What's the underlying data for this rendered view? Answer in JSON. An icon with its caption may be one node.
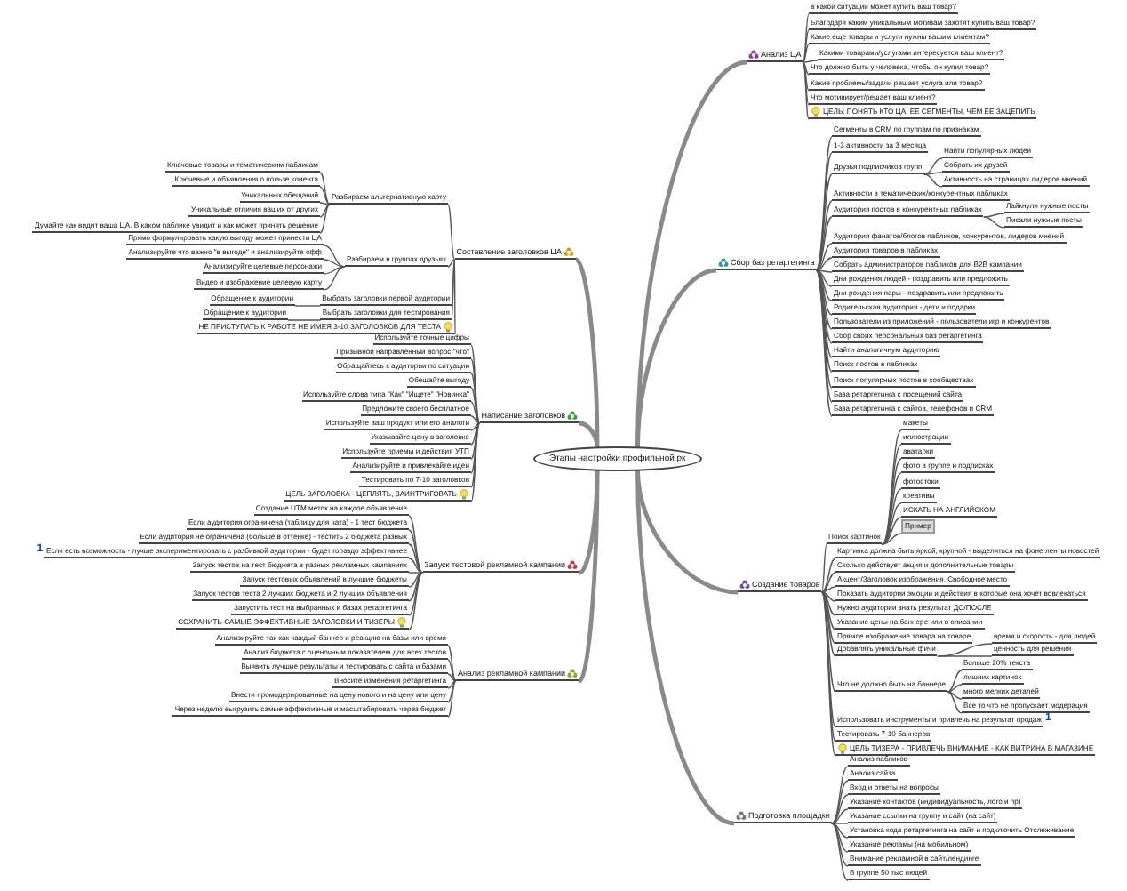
{
  "diagram": {
    "nodes": [
      {
        "text": [
          "Этапы настройки профильной рк"
        ]
      },
      {
        "text": [
          "Анализ ЦА"
        ]
      },
      {
        "text": [
          "в какой ситуации может купить ваш товар?"
        ]
      },
      {
        "text": [
          "Благодаря каким уникальным мотивам захотят купить ваш товар?"
        ]
      },
      {
        "text": [
          "Какие еще товары и услуги нужны вашим клиентам?"
        ]
      },
      {
        "text": [
          "Какими товарами/услугами интересуется ваш клиент?"
        ]
      },
      {
        "text": [
          "Что должно быть у человека, чтобы он купил товар?"
        ]
      },
      {
        "text": [
          "Какие проблемы/задачи решает услуга или товар?"
        ]
      },
      {
        "text": [
          "Что мотивирует/решает ваш клиент?"
        ]
      },
      {
        "text": [
          "ЦЕЛЬ: ПОНЯТЬ КТО ЦА, ЕЕ СЕГМЕНТЫ, ЧЕМ ЕЕ ЗАЦЕПИТЬ"
        ]
      },
      {
        "text": [
          "Сбор баз ретаргетинга"
        ]
      },
      {
        "text": [
          "Сегменты в CRM по группам по признакам"
        ]
      },
      {
        "text": [
          "1-3 активности за 3 месяца"
        ]
      },
      {
        "text": [
          "Друзья подписчиков групп"
        ]
      },
      {
        "text": [
          "Найти популярных людей"
        ]
      },
      {
        "text": [
          "Собрать их друзей"
        ]
      },
      {
        "text": [
          "Активность на страницах лидеров мнений"
        ]
      },
      {
        "text": [
          "Активности в тематических/конкурентных пабликах"
        ]
      },
      {
        "text": [
          "Аудитория постов в конкурентных пабликах"
        ]
      },
      {
        "text": [
          "Лайкнули нужные посты"
        ]
      },
      {
        "text": [
          "Писали нужные посты"
        ]
      },
      {
        "text": [
          "Аудитория фанатов/блогов пабликов, конкурентов, лидеров мнений"
        ]
      },
      {
        "text": [
          "Аудитория товаров в пабликах"
        ]
      },
      {
        "text": [
          "Собрать администраторов пабликов для B2B кампании"
        ]
      },
      {
        "text": [
          "Дни рождения людей - поздравить или предложить"
        ]
      },
      {
        "text": [
          "Дни рождения пары - поздравить или предложить"
        ]
      },
      {
        "text": [
          "Родительская аудитория - дети и подарки"
        ]
      },
      {
        "text": [
          "Пользователи из приложений - пользователи игр и конкурентов"
        ]
      },
      {
        "text": [
          "Сбор своих персональных баз ретаргетинга"
        ]
      },
      {
        "text": [
          "Найти аналогичную аудиторию"
        ]
      },
      {
        "text": [
          "Поиск постов в пабликах"
        ]
      },
      {
        "text": [
          "Поиск популярных постов в сообществах"
        ]
      },
      {
        "text": [
          "База ретаргетинга с посещений сайта"
        ]
      },
      {
        "text": [
          "База ретаргетинга с сайтов, телефонов и CRM"
        ]
      },
      {
        "text": [
          "Создание товаров"
        ]
      },
      {
        "text": [
          "Поиск картинок"
        ]
      },
      {
        "text": [
          "макеты"
        ]
      },
      {
        "text": [
          "иллюстрации"
        ]
      },
      {
        "text": [
          "аватарки"
        ]
      },
      {
        "text": [
          "фото в группе и подписках"
        ]
      },
      {
        "text": [
          "фотостоки"
        ]
      },
      {
        "text": [
          "креативы"
        ]
      },
      {
        "text": [
          "ИСКАТЬ НА АНГЛИЙСКОМ"
        ]
      },
      {
        "text": [
          "Пример"
        ]
      },
      {
        "text": [
          "Картинка должна быть яркой, крупной - выделяться на фоне ленты новостей"
        ]
      },
      {
        "text": [
          "Сколько действует акция и дополнительные товары"
        ]
      },
      {
        "text": [
          "Акцент/Заголовок изображения. Свободное место"
        ]
      },
      {
        "text": [
          "Показать аудитории эмоции и действия в которые она хочет вовлекаться"
        ]
      },
      {
        "text": [
          "Нужно аудитории знать результат ДО/ПОСЛЕ"
        ]
      },
      {
        "text": [
          "Указание цены на баннере или в описании"
        ]
      },
      {
        "text": [
          "Прямое изображение товара на товаре"
        ]
      },
      {
        "text": [
          "Добавлять уникальные фичи"
        ]
      },
      {
        "text": [
          "время и скорость - для людей"
        ]
      },
      {
        "text": [
          "ценность для решения"
        ]
      },
      {
        "text": [
          "Что не должно быть на баннере"
        ]
      },
      {
        "text": [
          "Больше 20% текста"
        ]
      },
      {
        "text": [
          "лишних картинок"
        ]
      },
      {
        "text": [
          "много мелких деталей"
        ]
      },
      {
        "text": [
          "Все то что не пропускает модерация"
        ]
      },
      {
        "text": [
          "Использовать инструменты и привлечь на результат продаж"
        ],
        "beside": [
          "1"
        ]
      },
      {
        "text": [
          "Тестировать 7-10 баннеров"
        ]
      },
      {
        "text": [
          "ЦЕЛЬ ТИЗЕРА - ПРИВЛЕЧЬ ВНИМАНИЕ - КАК ВИТРИНА В МАГАЗИНЕ"
        ]
      },
      {
        "text": [
          "Подготовка площадки"
        ]
      },
      {
        "text": [
          "Анализ пабликов"
        ]
      },
      {
        "text": [
          "Анализ сайта"
        ]
      },
      {
        "text": [
          "Вход и ответы на вопросы"
        ]
      },
      {
        "text": [
          "Указание контактов (индивидуальность, лого и пр)"
        ]
      },
      {
        "text": [
          "Указание ссылки на группу и сайт (на сайт)"
        ]
      },
      {
        "text": [
          "Установка кода ретаргетинга на сайт и подключить Отслеживание"
        ]
      },
      {
        "text": [
          "Указание рекламы (на мобильном)"
        ]
      },
      {
        "text": [
          "Внимание рекламной в сайт/лендинге"
        ]
      },
      {
        "text": [
          "В группе 50 тыс людей"
        ]
      },
      {
        "text": [
          "Составление заголовков ЦА"
        ]
      },
      {
        "text": [
          "Разбираем альтернативную карту"
        ]
      },
      {
        "text": [
          "Ключевые товары и тематическим пабликам"
        ]
      },
      {
        "text": [
          "Ключевые и объявления о пользе клиента"
        ]
      },
      {
        "text": [
          "Уникальных обещаний"
        ]
      },
      {
        "text": [
          "Уникальные отличия ваших от других"
        ]
      },
      {
        "text": [
          "Думайте как видит ваша ЦА. В каком паблике увидит и как может принять решение"
        ]
      },
      {
        "text": [
          "Разбираем в группах друзьях"
        ]
      },
      {
        "text": [
          "Прямо формулировать какую выгоду может принести ЦА"
        ]
      },
      {
        "text": [
          "Анализируйте что важно \"в выгоде\" и анализируйте офф"
        ]
      },
      {
        "text": [
          "Анализируйте целевые персонажи"
        ]
      },
      {
        "text": [
          "Видео и изображение целевую карту"
        ]
      },
      {
        "text": [
          "Выбрать заголовки первой аудитории"
        ]
      },
      {
        "text": [
          "Обращение к аудитории"
        ]
      },
      {
        "text": [
          "Выбрать заголовки для тестирования"
        ]
      },
      {
        "text": [
          "Обращение к аудитории"
        ]
      },
      {
        "text": [
          "НЕ ПРИСТУПАТЬ К РАБОТЕ НЕ ИМЕЯ 3-10 ЗАГОЛОВКОВ ДЛЯ ТЕСТА"
        ]
      },
      {
        "text": [
          "Написание заголовков"
        ]
      },
      {
        "text": [
          "Используйте точные цифры"
        ]
      },
      {
        "text": [
          "Призывной направленный вопрос \"что\""
        ]
      },
      {
        "text": [
          "Обращайтесь к аудитории по ситуации"
        ]
      },
      {
        "text": [
          "Обещайте выгоду"
        ]
      },
      {
        "text": [
          "Используйте слова типа \"Как\" \"Ищете\" \"Новинка\""
        ]
      },
      {
        "text": [
          "Предложите своего бесплатное"
        ]
      },
      {
        "text": [
          "Используйте ваш продукт или его аналоги"
        ]
      },
      {
        "text": [
          "Указывайте цену в заголовке"
        ]
      },
      {
        "text": [
          "Используйте приемы и действия УТП"
        ]
      },
      {
        "text": [
          "Анализируйте и привлекайте идеи"
        ]
      },
      {
        "text": [
          "Тестировать по 7-10 заголовков"
        ]
      },
      {
        "text": [
          "ЦЕЛЬ ЗАГОЛОВКА - ЦЕПЛЯТЬ, ЗАИНТРИГОВАТЬ"
        ]
      },
      {
        "text": [
          "Запуск тестовой рекламной кампании"
        ]
      },
      {
        "text": [
          "Создание UTM меток на каждое объявление"
        ]
      },
      {
        "text": [
          "Если аудитория ограничена (таблицу для чата) - 1 тест бюджета"
        ]
      },
      {
        "text": [
          "Если аудитория не ограничена (больше в оттенке) - тестить 2 бюджета разных"
        ]
      },
      {
        "text": [
          "Если есть возможность - лучше экспериментировать с разбивкой аудитории - будет гораздо эффективнее"
        ],
        "beside": [
          "1"
        ]
      },
      {
        "text": [
          "Запуск тестов на тест бюджета в разных рекламных кампаниях"
        ]
      },
      {
        "text": [
          "Запуск тестовых объявлений в лучшие бюджеты"
        ]
      },
      {
        "text": [
          "Запуск тестов теста 2 лучших бюджета и 2 лучших объявления"
        ]
      },
      {
        "text": [
          "Запустить тест на выбранных и базах ретаргетинга"
        ]
      },
      {
        "text": [
          "СОХРАНИТЬ САМЫЕ ЭФФЕКТИВНЫЕ ЗАГОЛОВКИ И ТИЗЕРЫ"
        ]
      },
      {
        "text": [
          "Анализ рекламной кампании"
        ]
      },
      {
        "text": [
          "Анализируйте так как каждый баннер и реакцию на базы или время"
        ]
      },
      {
        "text": [
          "Анализ бюджета с оценочным показателем для всех тестов"
        ]
      },
      {
        "text": [
          "Выявить лучшие результаты и тестировать с сайта и базами"
        ]
      },
      {
        "text": [
          "Вносите изменения ретаргетинга"
        ]
      },
      {
        "text": [
          "Внести промодерированные на цену нового и на цену или цену"
        ]
      },
      {
        "text": [
          "Через неделю выгрузить самые эффективные и масштабировать через бюджет"
        ]
      }
    ],
    "edges": [
      {
        "from": 0,
        "to": 1,
        "arrow": "none",
        "style": "thick"
      },
      {
        "from": 0,
        "to": 10,
        "arrow": "none",
        "style": "thick"
      },
      {
        "from": 0,
        "to": 34,
        "arrow": "none",
        "style": "thick"
      },
      {
        "from": 0,
        "to": 62,
        "arrow": "none",
        "style": "thick"
      },
      {
        "from": 0,
        "to": 72,
        "arrow": "none",
        "style": "thick"
      },
      {
        "from": 0,
        "to": 89,
        "arrow": "none",
        "style": "thick"
      },
      {
        "from": 0,
        "to": 102,
        "arrow": "none",
        "style": "thick"
      },
      {
        "from": 0,
        "to": 112,
        "arrow": "none",
        "style": "thick"
      },
      {
        "from": 1,
        "to": 2,
        "arrow": "none"
      },
      {
        "from": 1,
        "to": 3,
        "arrow": "none"
      },
      {
        "from": 1,
        "to": 4,
        "arrow": "none"
      },
      {
        "from": 1,
        "to": 5,
        "arrow": "none"
      },
      {
        "from": 1,
        "to": 6,
        "arrow": "none"
      },
      {
        "from": 1,
        "to": 7,
        "arrow": "none"
      },
      {
        "from": 1,
        "to": 8,
        "arrow": "none"
      },
      {
        "from": 1,
        "to": 9,
        "arrow": "none"
      },
      {
        "from": 10,
        "to": 11,
        "arrow": "none"
      },
      {
        "from": 10,
        "to": 12,
        "arrow": "none"
      },
      {
        "from": 10,
        "to": 13,
        "arrow": "none"
      },
      {
        "from": 13,
        "to": 14,
        "arrow": "none"
      },
      {
        "from": 13,
        "to": 15,
        "arrow": "none"
      },
      {
        "from": 13,
        "to": 16,
        "arrow": "none"
      },
      {
        "from": 10,
        "to": 17,
        "arrow": "none"
      },
      {
        "from": 10,
        "to": 18,
        "arrow": "none"
      },
      {
        "from": 18,
        "to": 19,
        "arrow": "none"
      },
      {
        "from": 18,
        "to": 20,
        "arrow": "none"
      },
      {
        "from": 10,
        "to": 21,
        "arrow": "none"
      },
      {
        "from": 10,
        "to": 22,
        "arrow": "none"
      },
      {
        "from": 10,
        "to": 23,
        "arrow": "none"
      },
      {
        "from": 10,
        "to": 24,
        "arrow": "none"
      },
      {
        "from": 10,
        "to": 25,
        "arrow": "none"
      },
      {
        "from": 10,
        "to": 26,
        "arrow": "none"
      },
      {
        "from": 10,
        "to": 27,
        "arrow": "none"
      },
      {
        "from": 10,
        "to": 28,
        "arrow": "none"
      },
      {
        "from": 10,
        "to": 29,
        "arrow": "none"
      },
      {
        "from": 10,
        "to": 30,
        "arrow": "none"
      },
      {
        "from": 10,
        "to": 31,
        "arrow": "none"
      },
      {
        "from": 10,
        "to": 32,
        "arrow": "none"
      },
      {
        "from": 10,
        "to": 33,
        "arrow": "none"
      },
      {
        "from": 34,
        "to": 35,
        "arrow": "none"
      },
      {
        "from": 35,
        "to": 36,
        "arrow": "none"
      },
      {
        "from": 35,
        "to": 37,
        "arrow": "none"
      },
      {
        "from": 35,
        "to": 38,
        "arrow": "none"
      },
      {
        "from": 35,
        "to": 39,
        "arrow": "none"
      },
      {
        "from": 35,
        "to": 40,
        "arrow": "none"
      },
      {
        "from": 35,
        "to": 41,
        "arrow": "none"
      },
      {
        "from": 35,
        "to": 42,
        "arrow": "none"
      },
      {
        "from": 35,
        "to": 43,
        "arrow": "none"
      },
      {
        "from": 34,
        "to": 44,
        "arrow": "none"
      },
      {
        "from": 34,
        "to": 45,
        "arrow": "none"
      },
      {
        "from": 34,
        "to": 46,
        "arrow": "none"
      },
      {
        "from": 34,
        "to": 47,
        "arrow": "none"
      },
      {
        "from": 34,
        "to": 48,
        "arrow": "none"
      },
      {
        "from": 34,
        "to": 49,
        "arrow": "none"
      },
      {
        "from": 34,
        "to": 50,
        "arrow": "none"
      },
      {
        "from": 34,
        "to": 51,
        "arrow": "none"
      },
      {
        "from": 51,
        "to": 52,
        "arrow": "none"
      },
      {
        "from": 51,
        "to": 53,
        "arrow": "none"
      },
      {
        "from": 34,
        "to": 54,
        "arrow": "none"
      },
      {
        "from": 54,
        "to": 55,
        "arrow": "none"
      },
      {
        "from": 54,
        "to": 56,
        "arrow": "none"
      },
      {
        "from": 54,
        "to": 57,
        "arrow": "none"
      },
      {
        "from": 54,
        "to": 58,
        "arrow": "none"
      },
      {
        "from": 34,
        "to": 59,
        "arrow": "none"
      },
      {
        "from": 34,
        "to": 60,
        "arrow": "none"
      },
      {
        "from": 34,
        "to": 61,
        "arrow": "none"
      },
      {
        "from": 62,
        "to": 63,
        "arrow": "none"
      },
      {
        "from": 62,
        "to": 64,
        "arrow": "none"
      },
      {
        "from": 62,
        "to": 65,
        "arrow": "none"
      },
      {
        "from": 62,
        "to": 66,
        "arrow": "none"
      },
      {
        "from": 62,
        "to": 67,
        "arrow": "none"
      },
      {
        "from": 62,
        "to": 68,
        "arrow": "none"
      },
      {
        "from": 62,
        "to": 69,
        "arrow": "none"
      },
      {
        "from": 62,
        "to": 70,
        "arrow": "none"
      },
      {
        "from": 62,
        "to": 71,
        "arrow": "none"
      },
      {
        "from": 72,
        "to": 73,
        "arrow": "none"
      },
      {
        "from": 73,
        "to": 74,
        "arrow": "none"
      },
      {
        "from": 73,
        "to": 75,
        "arrow": "none"
      },
      {
        "from": 73,
        "to": 76,
        "arrow": "none"
      },
      {
        "from": 73,
        "to": 77,
        "arrow": "none"
      },
      {
        "from": 73,
        "to": 78,
        "arrow": "none"
      },
      {
        "from": 72,
        "to": 79,
        "arrow": "none"
      },
      {
        "from": 79,
        "to": 80,
        "arrow": "none"
      },
      {
        "from": 79,
        "to": 81,
        "arrow": "none"
      },
      {
        "from": 79,
        "to": 82,
        "arrow": "none"
      },
      {
        "from": 79,
        "to": 83,
        "arrow": "none"
      },
      {
        "from": 72,
        "to": 84,
        "arrow": "none"
      },
      {
        "from": 84,
        "to": 85,
        "arrow": "none"
      },
      {
        "from": 72,
        "to": 86,
        "arrow": "none"
      },
      {
        "from": 86,
        "to": 87,
        "arrow": "none"
      },
      {
        "from": 72,
        "to": 88,
        "arrow": "none"
      },
      {
        "from": 89,
        "to": 90,
        "arrow": "none"
      },
      {
        "from": 89,
        "to": 91,
        "arrow": "none"
      },
      {
        "from": 89,
        "to": 92,
        "arrow": "none"
      },
      {
        "from": 89,
        "to": 93,
        "arrow": "none"
      },
      {
        "from": 89,
        "to": 94,
        "arrow": "none"
      },
      {
        "from": 89,
        "to": 95,
        "arrow": "none"
      },
      {
        "from": 89,
        "to": 96,
        "arrow": "none"
      },
      {
        "from": 89,
        "to": 97,
        "arrow": "none"
      },
      {
        "from": 89,
        "to": 98,
        "arrow": "none"
      },
      {
        "from": 89,
        "to": 99,
        "arrow": "none"
      },
      {
        "from": 89,
        "to": 100,
        "arrow": "none"
      },
      {
        "from": 89,
        "to": 101,
        "arrow": "none"
      },
      {
        "from": 102,
        "to": 103,
        "arrow": "none"
      },
      {
        "from": 102,
        "to": 104,
        "arrow": "none"
      },
      {
        "from": 102,
        "to": 105,
        "arrow": "none"
      },
      {
        "from": 102,
        "to": 106,
        "arrow": "none"
      },
      {
        "from": 102,
        "to": 107,
        "arrow": "none"
      },
      {
        "from": 102,
        "to": 108,
        "arrow": "none"
      },
      {
        "from": 102,
        "to": 109,
        "arrow": "none"
      },
      {
        "from": 102,
        "to": 110,
        "arrow": "none"
      },
      {
        "from": 102,
        "to": 111,
        "arrow": "none"
      },
      {
        "from": 112,
        "to": 113,
        "arrow": "none"
      },
      {
        "from": 112,
        "to": 114,
        "arrow": "none"
      },
      {
        "from": 112,
        "to": 115,
        "arrow": "none"
      },
      {
        "from": 112,
        "to": 116,
        "arrow": "none"
      },
      {
        "from": 112,
        "to": 117,
        "arrow": "none"
      },
      {
        "from": 112,
        "to": 118,
        "arrow": "none"
      }
    ]
  }
}
